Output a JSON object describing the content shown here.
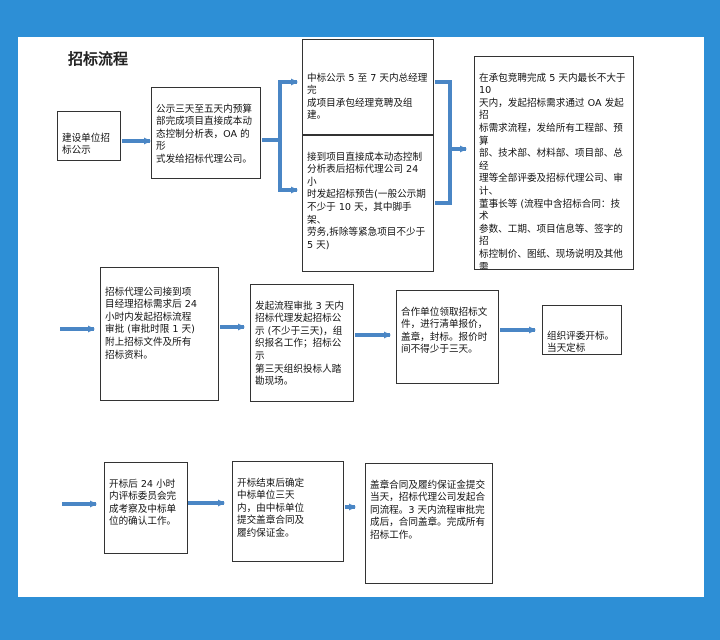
{
  "diagram": {
    "title": "招标流程",
    "nodes": [
      {
        "id": "n1",
        "text": "建设单位招\n标公示"
      },
      {
        "id": "n2",
        "text": "公示三天至五天内预算\n部完成项目直接成本动\n态控制分析表，OA 的形\n式发给招标代理公司。"
      },
      {
        "id": "n3",
        "text": "中标公示 5 至 7 天内总经理完\n成项目承包经理竞聘及组建。"
      },
      {
        "id": "n4",
        "text": "接到项目直接成本动态控制\n分析表后招标代理公司 24 小\n时发起招标预告(一般公示期\n不少于 10 天，其中脚手架、\n劳务,拆除等紧急项目不少于\n5 天)"
      },
      {
        "id": "n5",
        "text": "在承包竞聘完成 5 天内最长不大于 10\n天内，发起招标需求通过 OA 发起招\n标需求流程，发给所有工程部、预算\n部、技术部、材料部、项目部、总经\n理等全部评委及招标代理公司、审计、\n董事长等 (流程中含招标合同：技术\n参数、工期、项目信息等、签字的招\n标控制价、图纸、现场说明及其他需\n求。)"
      },
      {
        "id": "n6",
        "text": "招标代理公司接到项\n目经理招标需求后 24\n小时内发起招标流程\n审批 (审批时限 1 天)\n附上招标文件及所有\n招标资料。"
      },
      {
        "id": "n7",
        "text": "发起流程审批 3 天内\n招标代理发起招标公\n示 (不少于三天)，组\n织报名工作；招标公示\n第三天组织投标人踏\n勘现场。"
      },
      {
        "id": "n8",
        "text": "合作单位领取招标文\n件，进行清单报价，\n盖章，封标。报价时\n间不得少于三天。"
      },
      {
        "id": "n9",
        "text": "组织评委开标。\n当天定标"
      },
      {
        "id": "n10",
        "text": "开标后 24 小时\n内评标委员会完\n成考察及中标单\n位的确认工作。"
      },
      {
        "id": "n11",
        "text": "开标结束后确定\n中标单位三天\n内，由中标单位\n提交盖章合同及\n履约保证金。"
      },
      {
        "id": "n12",
        "text": "盖章合同及履约保证金提交\n当天，招标代理公司发起合\n同流程。3 天内流程审批完\n成后，合同盖章。完成所有\n招标工作。"
      }
    ],
    "colors": {
      "background": "#2d8fd6",
      "arrow": "#4a86c5",
      "box_border": "#333333"
    }
  }
}
